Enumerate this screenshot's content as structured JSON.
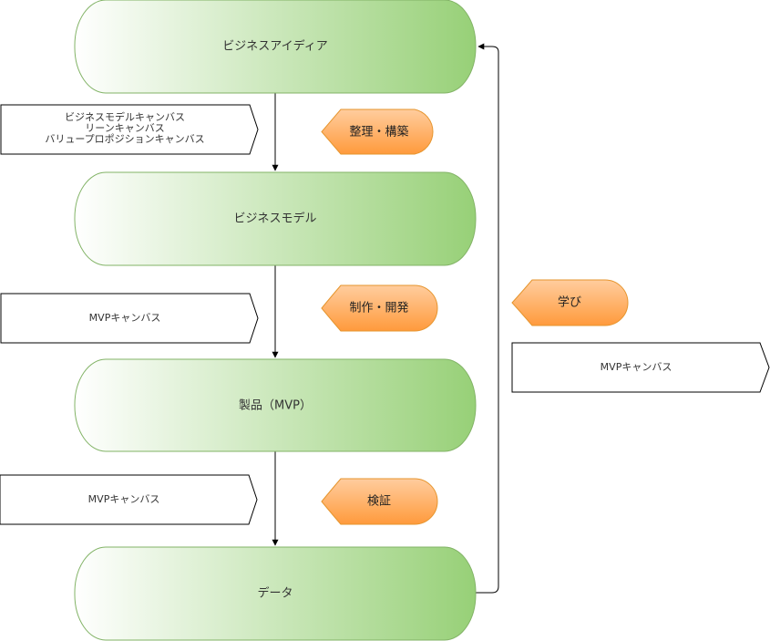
{
  "colors": {
    "stage_fill_start": "#ffffff",
    "stage_fill_end": "#97d077",
    "stage_stroke": "#82b366",
    "tag_fill_start": "#ffcd9e",
    "tag_fill_end": "#ff9a3c",
    "tag_stroke": "#e6952e",
    "note_fill": "#ffffff",
    "note_stroke": "#000000",
    "connector": "#000000"
  },
  "stages": [
    {
      "id": "idea",
      "label": "ビジネスアイディア"
    },
    {
      "id": "model",
      "label": "ビジネスモデル"
    },
    {
      "id": "product",
      "label": "製品（MVP）"
    },
    {
      "id": "data",
      "label": "データ"
    }
  ],
  "steps": [
    {
      "id": "build",
      "label": "整理・構築"
    },
    {
      "id": "develop",
      "label": "制作・開発"
    },
    {
      "id": "verify",
      "label": "検証"
    },
    {
      "id": "learn",
      "label": "学び"
    }
  ],
  "notes": [
    {
      "id": "canvases",
      "lines": [
        "ビジネスモデルキャンバス",
        "リーンキャンバス",
        "バリュープロポジションキャンバス"
      ]
    },
    {
      "id": "mvp-1",
      "lines": [
        "MVPキャンバス"
      ]
    },
    {
      "id": "mvp-2",
      "lines": [
        "MVPキャンバス"
      ]
    },
    {
      "id": "mvp-3",
      "lines": [
        "MVPキャンバス"
      ]
    }
  ]
}
